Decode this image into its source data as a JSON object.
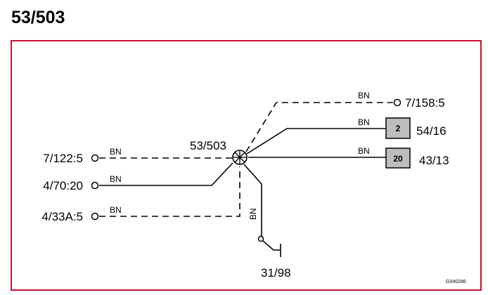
{
  "title": "53/503",
  "splice_label": "53/503",
  "wire_color_code": "BN",
  "connections": {
    "left_top": "7/122:5",
    "left_mid": "4/70:20",
    "left_bottom": "4/33A:5",
    "right_top": "7/158:5",
    "right_mid": "54/16",
    "right_bottom": "43/13",
    "ground": "31/98"
  },
  "boxes": {
    "mid_pin": "2",
    "bottom_pin": "20"
  },
  "figure_code": "G040286",
  "colors": {
    "frame_border": "#c8102e",
    "box_fill": "#bdbdbd"
  }
}
